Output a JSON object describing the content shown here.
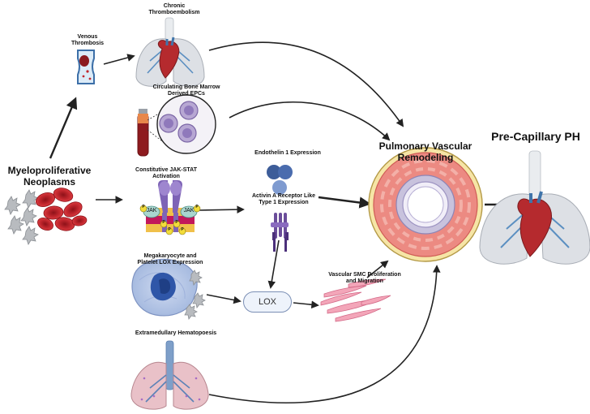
{
  "labels": {
    "venous_thrombosis": "Venous\nThrombosis",
    "chronic_thromboembolism": "Chronic\nThromboembolism",
    "circulating_epcs": "Circulating Bone Marrow\nDerived EPCs",
    "myeloproliferative": "Myeloproliferative\nNeoplasms",
    "jak_stat": "Constitutive JAK-STAT\nActivation",
    "endothelin": "Endothelin 1 Expression",
    "activin": "Activin A Receptor Like\nType 1 Expression",
    "megakaryocyte_lox": "Megakaryocyte and\nPlatelet LOX Expression",
    "lox": "LOX",
    "smc": "Vascular SMC Proliferation\nand Migration",
    "extramedullary": "Extramedullary Hematopoesis",
    "pulmonary_remodeling": "Pulmonary Vascular\nRemodeling",
    "pre_capillary_ph": "Pre-Capillary PH",
    "jak_left": "JAK",
    "jak_right": "JAK",
    "phospho": "P"
  },
  "colors": {
    "arrow": "#222222",
    "rbc": "#c0262d",
    "lung": "#d9dde3",
    "vessel_blue": "#4f86b8",
    "muscle": "#e86a6a",
    "receptor_purple": "#6b4d9a",
    "phospho_yellow": "#f2dc3a",
    "lox_border": "#7b8fb5"
  }
}
